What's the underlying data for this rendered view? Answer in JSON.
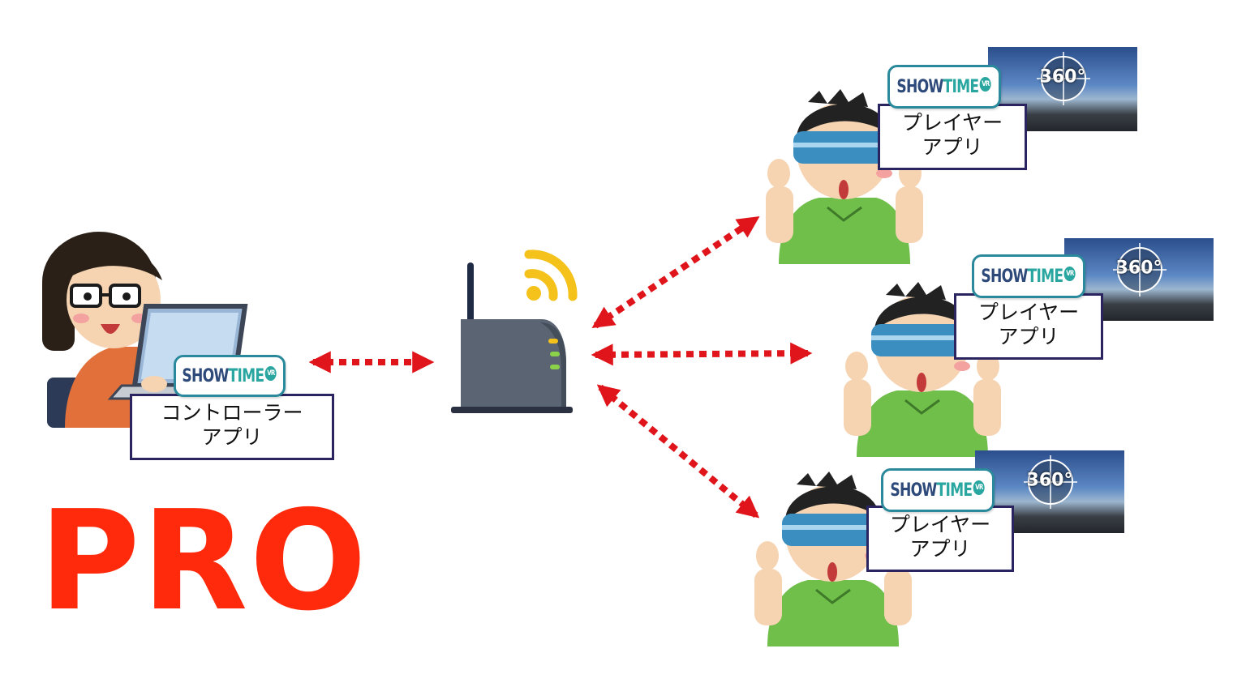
{
  "colors": {
    "arrow": "#e0151b",
    "pro": "#ff2a0c",
    "box_border": "#2a2460",
    "logo_show": "#2e4a7a",
    "logo_time": "#2aa6a0",
    "wifi": "#f4c21a",
    "router": "#5a6473"
  },
  "logo": {
    "show": "SHOW",
    "time": "TIME",
    "vr": "VR"
  },
  "controller": {
    "line1": "コントローラー",
    "line2": "アプリ"
  },
  "players": [
    {
      "line1": "プレイヤー",
      "line2": "アプリ",
      "pano": "360°"
    },
    {
      "line1": "プレイヤー",
      "line2": "アプリ",
      "pano": "360°"
    },
    {
      "line1": "プレイヤー",
      "line2": "アプリ",
      "pano": "360°"
    }
  ],
  "pro_label": "PRO",
  "icons": [
    "woman-at-laptop-illustration",
    "router-icon",
    "wifi-icon",
    "vr-headset-person-illustration",
    "panorama-360-icon"
  ]
}
